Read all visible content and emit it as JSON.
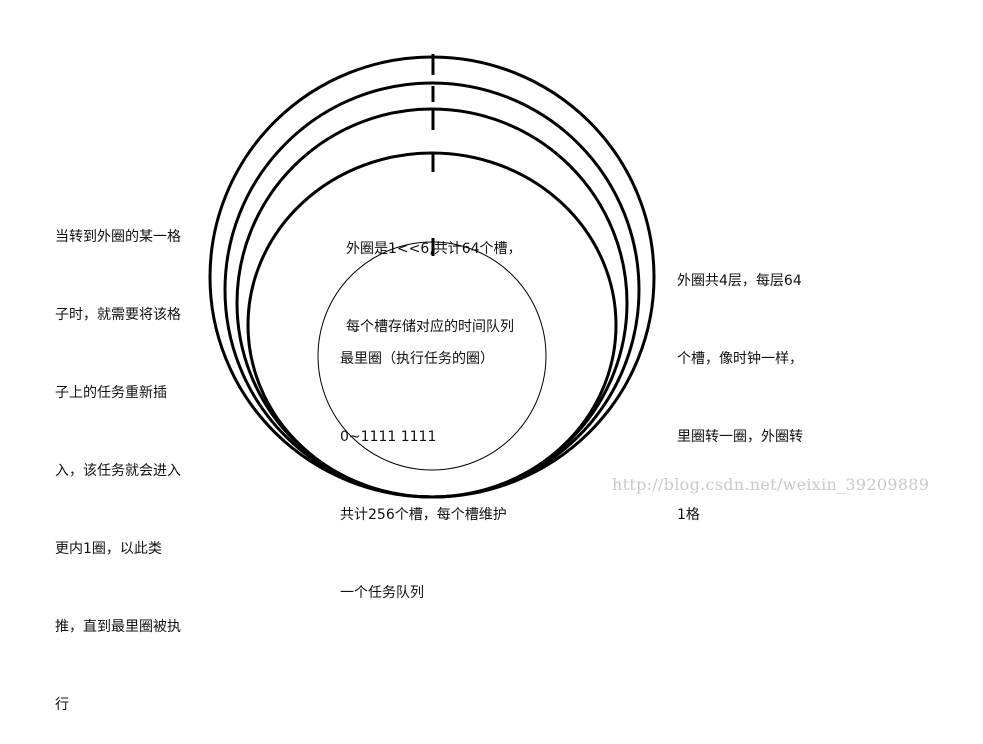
{
  "notes": {
    "left": [
      "当转到外圈的某一格",
      "子时，就需要将该格",
      "子上的任务重新插",
      "入，该任务就会进入",
      "更内1圈，以此类",
      "推，直到最里圈被执",
      "行"
    ],
    "right": [
      "外圈共4层，每层64",
      "个槽，像时钟一样，",
      "里圈转一圈，外圈转",
      "1格"
    ],
    "outer_ring": [
      "外圈是1<<6,共计64个槽，",
      "每个槽存储对应的时间队列"
    ],
    "inner_ring": [
      "最里圈（执行任务的圈）",
      "0~1111 1111",
      "共计256个槽，每个槽维护",
      "一个任务队列"
    ]
  },
  "watermark": "http://blog.csdn.net/weixin_39209889",
  "colors": {
    "stroke": "#000000",
    "watermark": "#c9c9c9"
  }
}
